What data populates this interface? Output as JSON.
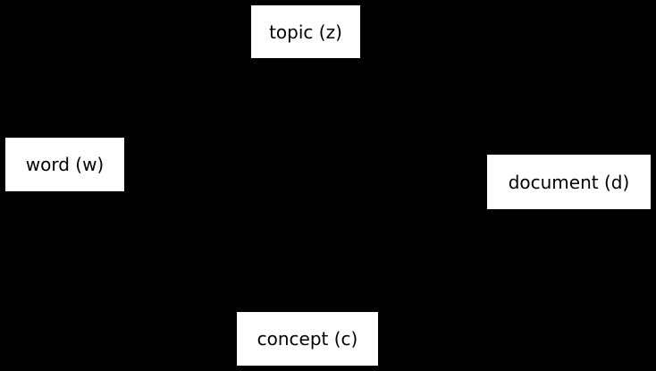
{
  "diagram": {
    "background_color": "#000000",
    "node_fill_color": "#ffffff",
    "node_text_color": "#000000",
    "nodes": [
      {
        "id": "topic",
        "label": "topic (z)"
      },
      {
        "id": "word",
        "label": "word (w)"
      },
      {
        "id": "document",
        "label": "document (d)"
      },
      {
        "id": "concept",
        "label": "concept (c)"
      }
    ]
  }
}
